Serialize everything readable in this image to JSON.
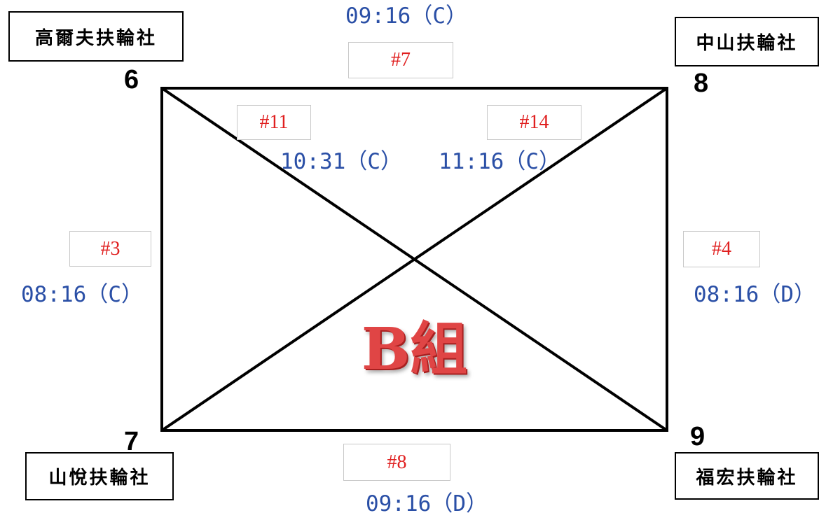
{
  "group": {
    "title": "B組",
    "color": "#e04545"
  },
  "teams": {
    "seed6": {
      "seed": "6",
      "name": "高爾夫扶輪社"
    },
    "seed8": {
      "seed": "8",
      "name": "中山扶輪社"
    },
    "seed7": {
      "seed": "7",
      "name": "山悅扶輪社"
    },
    "seed9": {
      "seed": "9",
      "name": "福宏扶輪社"
    }
  },
  "matches": {
    "top": {
      "id": "#7",
      "time": "09:16（C）"
    },
    "bottom": {
      "id": "#8",
      "time": "09:16（D）"
    },
    "left": {
      "id": "#3",
      "time": "08:16（C）"
    },
    "right": {
      "id": "#4",
      "time": "08:16（D）"
    },
    "diag1": {
      "id": "#11",
      "time": "10:31（C）"
    },
    "diag2": {
      "id": "#14",
      "time": "11:16（C）"
    }
  },
  "colors": {
    "match_id": "#e02020",
    "time": "#2a4fa6",
    "lines": "#000000"
  }
}
